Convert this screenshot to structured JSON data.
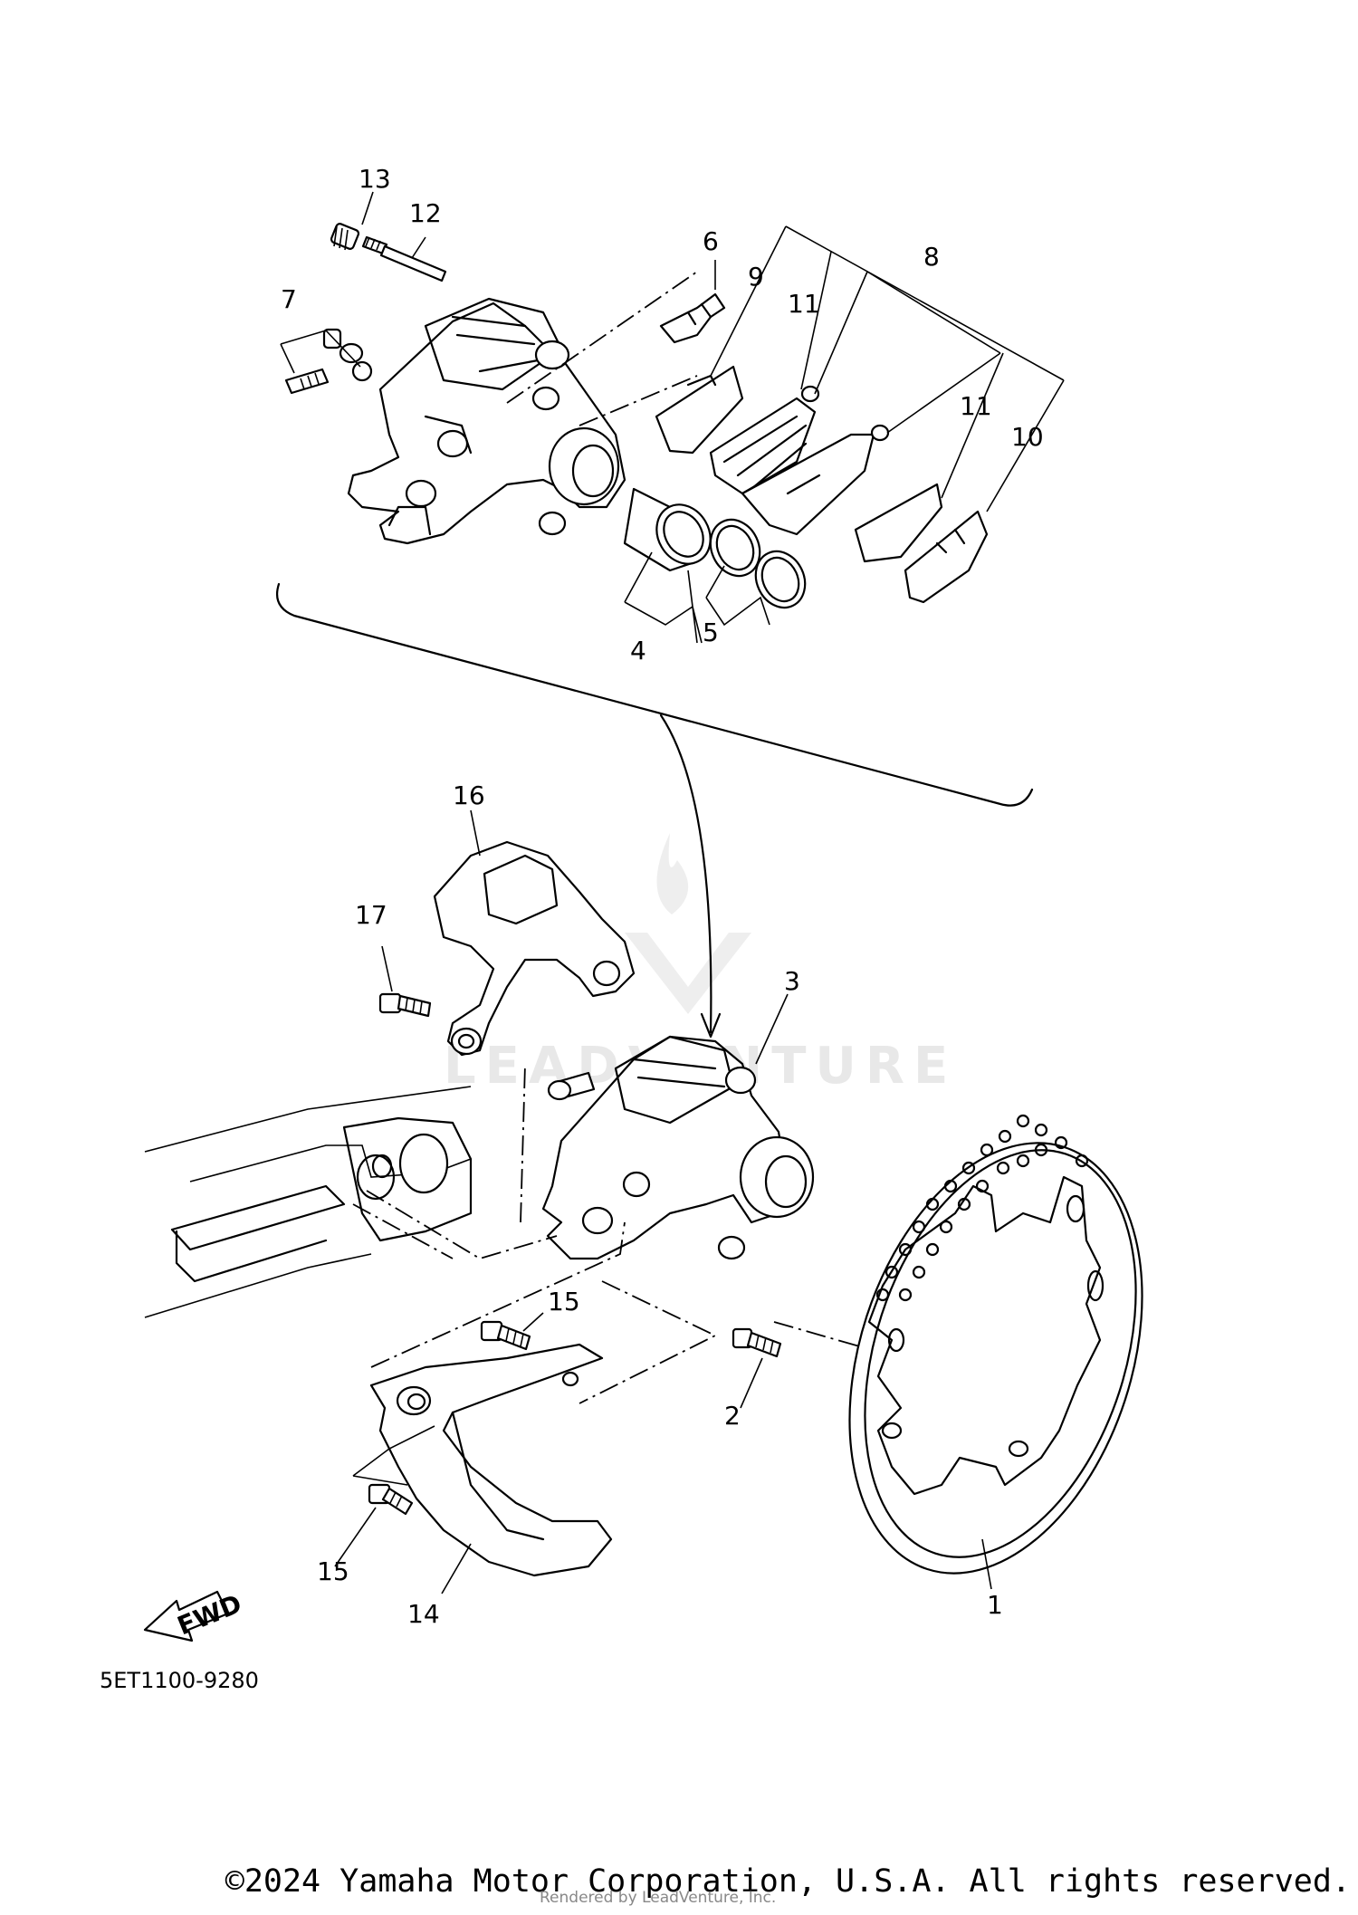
{
  "diagram": {
    "watermark": "LEADVENTURE",
    "callouts": [
      "1",
      "2",
      "3",
      "4",
      "5",
      "6",
      "7",
      "8",
      "9",
      "9",
      "10",
      "11",
      "11",
      "12",
      "13",
      "14",
      "15",
      "15",
      "16",
      "17"
    ],
    "fwd_label": "FWD",
    "part_code": "5ET1100-9280"
  },
  "footer": {
    "copyright": "©2024 Yamaha Motor Corporation, U.S.A. All rights reserved.",
    "rendered_by": "Rendered by LeadVenture, Inc."
  }
}
